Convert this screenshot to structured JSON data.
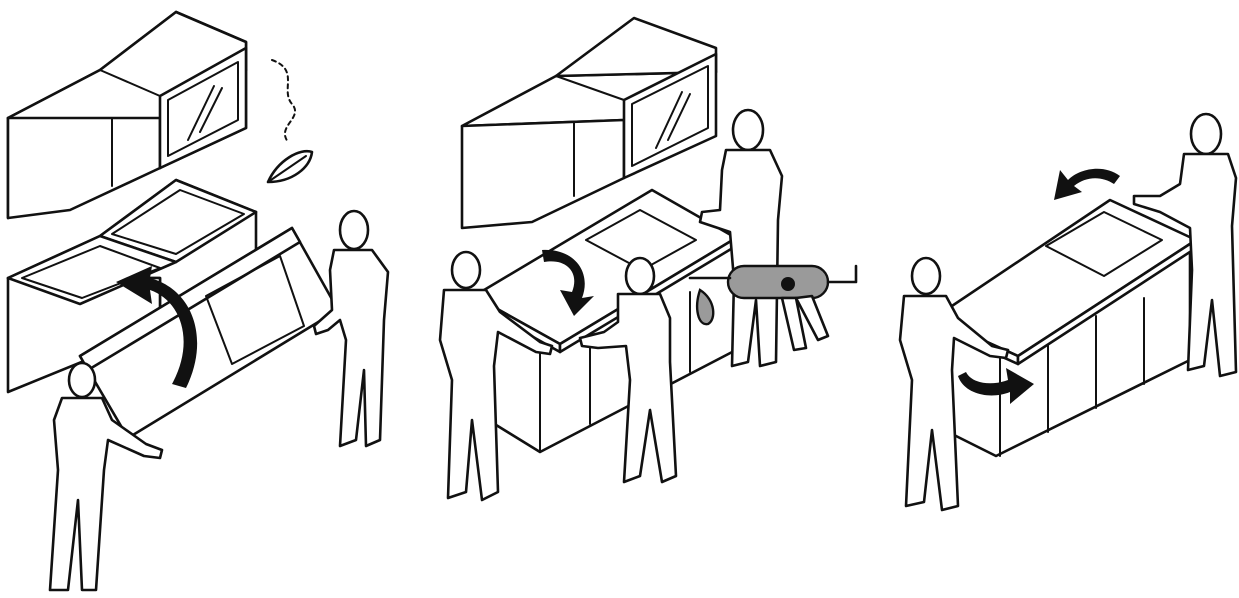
{
  "figure": {
    "panels": [
      {
        "name": "panel-lift-countertop",
        "steps": [
          "lift",
          "rotate-up"
        ]
      },
      {
        "name": "panel-lower-and-seal",
        "steps": [
          "rotate-down",
          "apply-sealant"
        ]
      },
      {
        "name": "panel-position-countertop",
        "steps": [
          "rotate-into-place"
        ]
      }
    ],
    "colors": {
      "line": "#111111",
      "background": "#ffffff",
      "accent_grey": "#9a9a9a"
    },
    "icons": [
      "curved-arrow-icon",
      "sealant-gun-icon",
      "falling-leaf-icon"
    ]
  }
}
